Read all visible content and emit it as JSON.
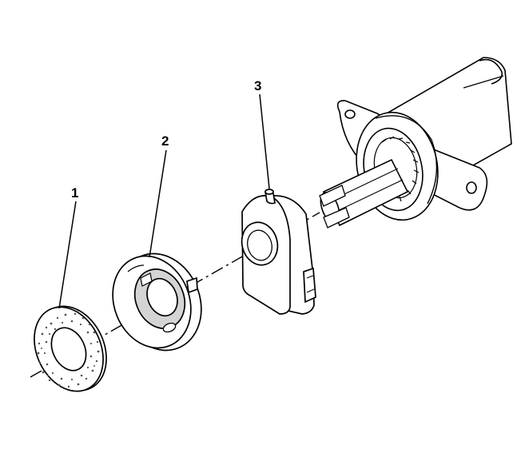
{
  "diagram": {
    "callouts": [
      {
        "number": "1",
        "part": "washer"
      },
      {
        "number": "2",
        "part": "retainer-ring"
      },
      {
        "number": "3",
        "part": "sensor-housing"
      }
    ],
    "colors": {
      "line": "#000000",
      "fill": "#ffffff",
      "shade": "#cfcfcf",
      "speckle": "#555555"
    }
  }
}
